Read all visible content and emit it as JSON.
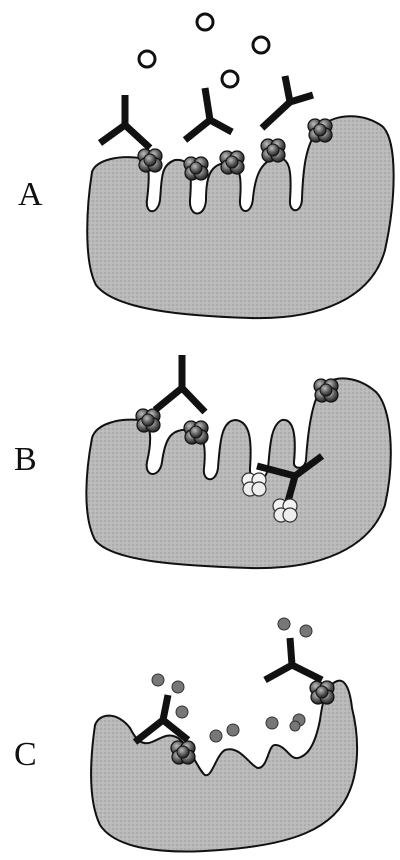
{
  "panels": [
    {
      "label": "A"
    },
    {
      "label": "B"
    },
    {
      "label": "C"
    }
  ],
  "colors": {
    "cell_fill": "#b8b8b8",
    "outline": "#111111",
    "receptor": "#5a5a5a",
    "released_particle": "#7a7a7a",
    "background": "#ffffff"
  },
  "icons": {
    "antibody": "y-shaped-antibody-icon",
    "receptor_cluster": "receptor-cluster-icon",
    "ligand": "open-circle-ligand-icon",
    "particle": "grey-particle-icon"
  }
}
